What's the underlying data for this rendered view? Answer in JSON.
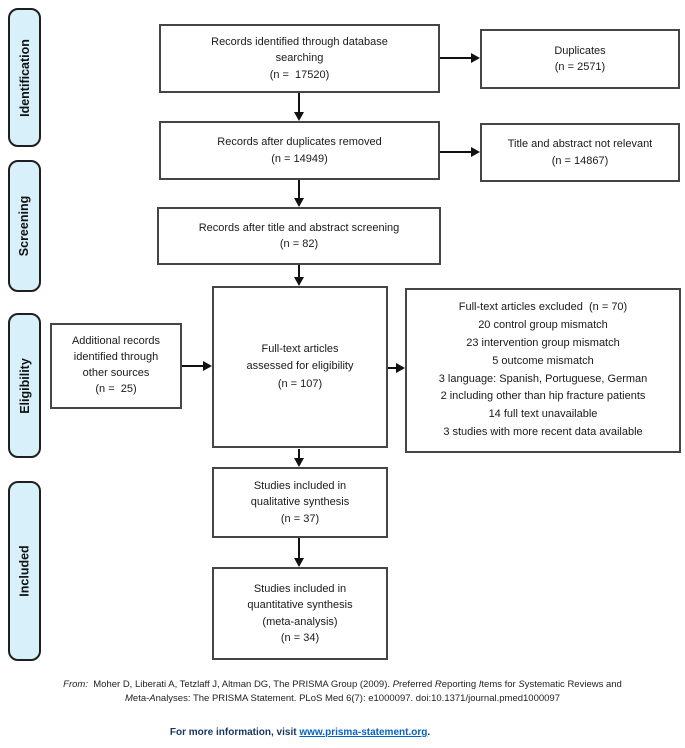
{
  "colors": {
    "sidebar_fill": "#d7f0fa",
    "box_border": "#454545",
    "arrow_color": "#111111",
    "link_color": "#0563c1",
    "info_color": "#17365d"
  },
  "sidebar": {
    "labels": [
      {
        "label": "Identification"
      },
      {
        "label": "Screening"
      },
      {
        "label": "Eligibility"
      },
      {
        "label": "Included"
      }
    ]
  },
  "flow": {
    "records_identified": {
      "lines": [
        "Records identified through database",
        "searching",
        "(n =  17520)"
      ]
    },
    "duplicates": {
      "lines": [
        "Duplicates",
        "(n = 2571)"
      ]
    },
    "after_duplicates": {
      "lines": [
        "Records after duplicates removed",
        "(n = 14949)"
      ]
    },
    "title_abstract_not_relevant": {
      "lines": [
        "Title and abstract not relevant",
        "(n = 14867)"
      ]
    },
    "after_screening": {
      "lines": [
        "Records after title and abstract screening",
        "(n = 82)"
      ]
    },
    "additional_records": {
      "lines": [
        "Additional records",
        "identified through",
        "other sources",
        "(n =  25)"
      ]
    },
    "fulltext_assessed": {
      "lines": [
        "Full-text articles",
        "assessed for eligibility",
        "(n = 107)"
      ]
    },
    "fulltext_excluded": {
      "lines": [
        "Full-text articles excluded  (n = 70)",
        "20 control group mismatch",
        "23 intervention group mismatch",
        "5 outcome mismatch",
        "3 language: Spanish, Portuguese, German",
        "2 including other than hip fracture patients",
        "14 full text unavailable",
        "3 studies with more recent data available"
      ]
    },
    "qualitative": {
      "lines": [
        "Studies included in",
        "qualitative synthesis",
        "(n = 37)"
      ]
    },
    "quantitative": {
      "lines": [
        "Studies included in",
        "quantitative synthesis",
        "(meta-analysis)",
        "(n = 34)"
      ]
    }
  },
  "footer": {
    "citation": {
      "line1": [
        {
          "t": "From:"
        },
        {
          "t": "  Moher D, Liberati A, Tetzlaff J, Altman DG, The PRISMA Group (2009). "
        },
        {
          "t": "P"
        },
        {
          "t": "referred "
        },
        {
          "t": "R"
        },
        {
          "t": "eporting "
        },
        {
          "t": "I"
        },
        {
          "t": "tems for "
        },
        {
          "t": "S"
        },
        {
          "t": "ystematic Reviews and"
        }
      ],
      "line2": [
        {
          "t": "M"
        },
        {
          "t": "eta-"
        },
        {
          "t": "A"
        },
        {
          "t": "nalyses: The PRISMA Statement. PLoS Med 6(7): e1000097. doi:10.1371/journal.pmed1000097"
        }
      ]
    },
    "info": {
      "prefix": "For more information, visit ",
      "link": "www.prisma-statement.org",
      "suffix": "."
    }
  }
}
